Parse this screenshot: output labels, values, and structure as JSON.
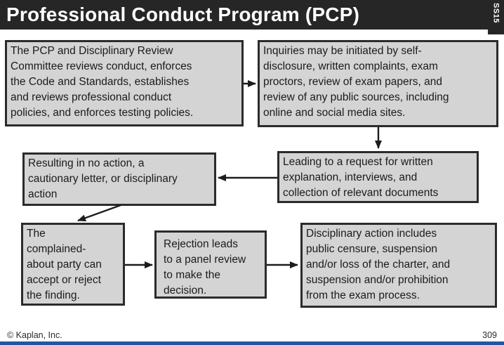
{
  "header": {
    "title": "Professional Conduct Program (PCP)",
    "section_label": "SS15"
  },
  "flowchart": {
    "boxes": [
      {
        "id": "pcp-committee",
        "text": "The PCP and Disciplinary Review\nCommittee reviews conduct, enforces\nthe Code and Standards, establishes\nand reviews professional conduct\npolicies, and enforces testing policies."
      },
      {
        "id": "inquiries",
        "text": "Inquiries may be initiated by self-\ndisclosure, written complaints, exam\nproctors, review of exam papers, and\nreview of any public sources, including\nonline and social media sites."
      },
      {
        "id": "written-request",
        "text": "Leading to a request for written\nexplanation, interviews, and\ncollection of relevant documents"
      },
      {
        "id": "result",
        "text": "Resulting in no action, a\ncautionary letter, or disciplinary\naction"
      },
      {
        "id": "complained-party",
        "text": "The\ncomplained-\nabout party can\naccept or reject\nthe finding."
      },
      {
        "id": "panel-review",
        "text": "Rejection leads\nto a panel review\nto make the\ndecision."
      },
      {
        "id": "disciplinary-action",
        "text": "Disciplinary action includes\npublic censure, suspension\nand/or loss of the charter, and\nsuspension and/or prohibition\nfrom the exam process."
      }
    ],
    "connections": [
      {
        "from": "pcp-committee",
        "to": "inquiries"
      },
      {
        "from": "inquiries",
        "to": "written-request"
      },
      {
        "from": "written-request",
        "to": "result"
      },
      {
        "from": "result",
        "to": "complained-party"
      },
      {
        "from": "complained-party",
        "to": "panel-review"
      },
      {
        "from": "panel-review",
        "to": "disciplinary-action"
      }
    ]
  },
  "footer": {
    "copyright": "© Kaplan, Inc.",
    "page_number": "309"
  },
  "colors": {
    "header_bg": "#262626",
    "box_fill": "#d4d4d4",
    "box_border": "#2b2b2b",
    "arrow": "#1c1c1c",
    "accent_bar": "#2255a4"
  }
}
